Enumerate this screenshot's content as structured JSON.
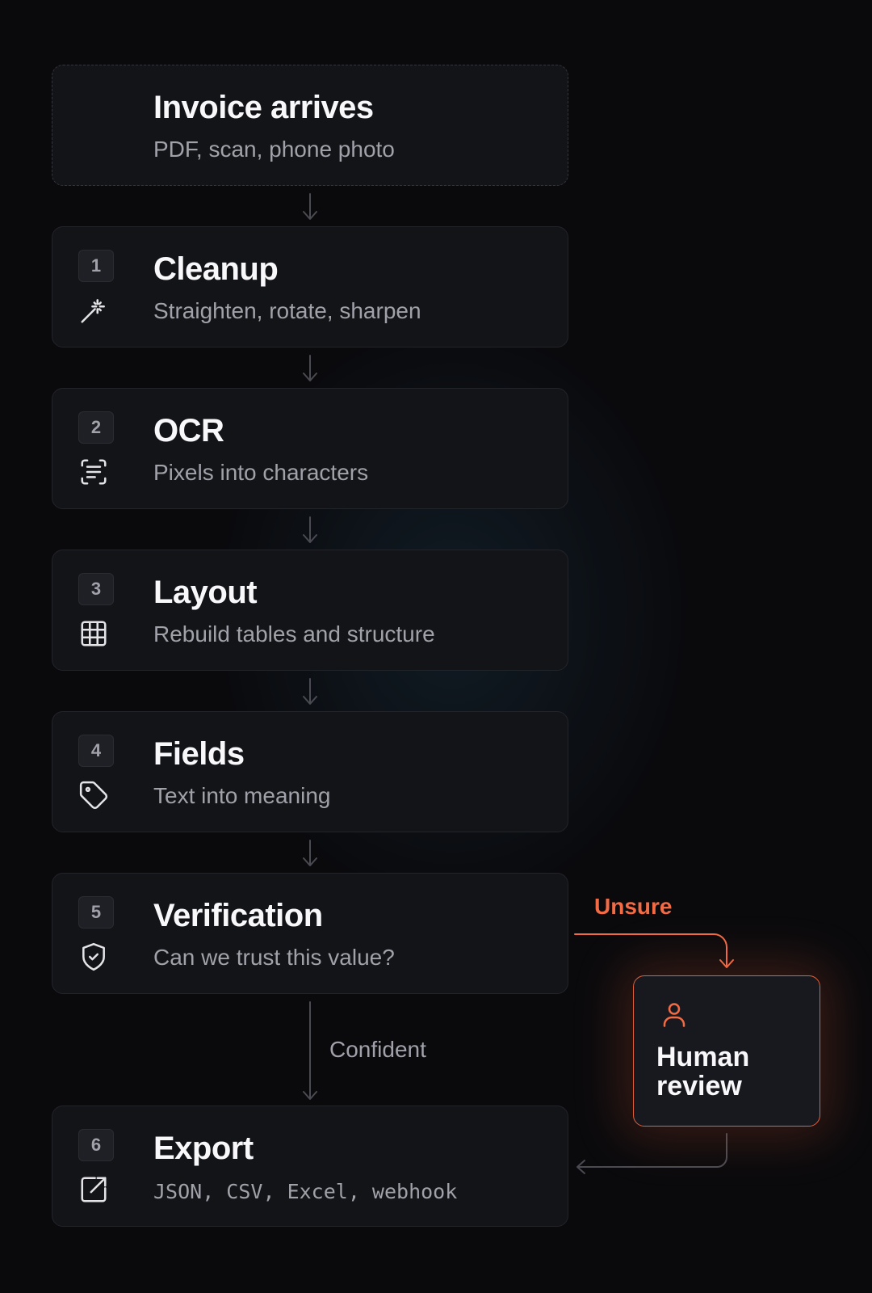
{
  "start": {
    "title": "Invoice arrives",
    "subtitle": "PDF, scan, phone photo"
  },
  "steps": [
    {
      "number": "1",
      "title": "Cleanup",
      "subtitle": "Straighten, rotate, sharpen",
      "icon": "magic-wand-icon"
    },
    {
      "number": "2",
      "title": "OCR",
      "subtitle": "Pixels into characters",
      "icon": "scan-text-icon"
    },
    {
      "number": "3",
      "title": "Layout",
      "subtitle": "Rebuild tables and structure",
      "icon": "grid-table-icon"
    },
    {
      "number": "4",
      "title": "Fields",
      "subtitle": "Text into meaning",
      "icon": "tag-icon"
    },
    {
      "number": "5",
      "title": "Verification",
      "subtitle": "Can we trust this value?",
      "icon": "shield-check-icon"
    },
    {
      "number": "6",
      "title": "Export",
      "subtitle": "JSON, CSV, Excel, webhook",
      "icon": "external-link-icon"
    }
  ],
  "edges": {
    "confident": "Confident",
    "unsure": "Unsure"
  },
  "review": {
    "title": "Human review",
    "icon": "user-icon"
  },
  "colors": {
    "accent": "#f26b45",
    "background": "#0a0a0d",
    "card": "#131418",
    "muted": "#a1a1aa"
  }
}
